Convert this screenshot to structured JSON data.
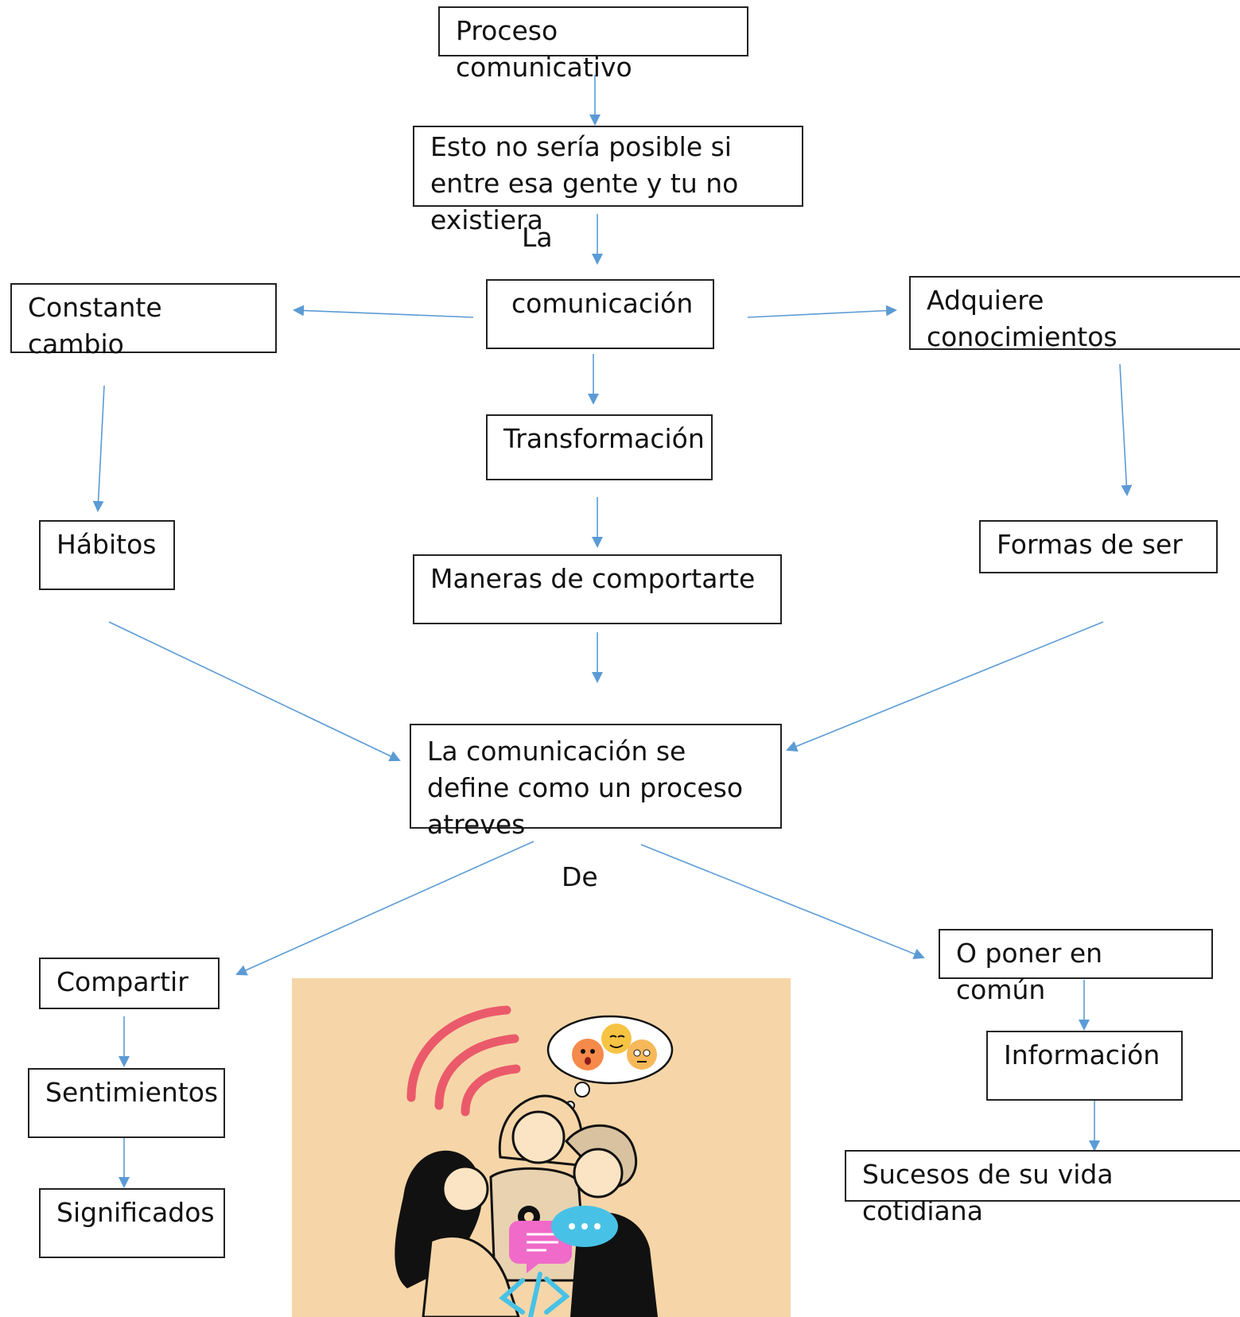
{
  "nodes": {
    "proceso": "Proceso comunicativo",
    "esto": "Esto no sería posible si entre esa gente y tu no existiera",
    "comunicacion": "comunicación",
    "constante": "Constante cambio",
    "adquiere": "Adquiere conocimientos",
    "transformacion": "Transformación",
    "habitos": "Hábitos",
    "maneras": "Maneras de comportarte",
    "formas": "Formas de ser",
    "define": "La comunicación se define como un proceso atreves",
    "compartir": "Compartir",
    "poner": "O poner en común",
    "sentimientos": "Sentimientos",
    "informacion": "Información",
    "significados": "Significados",
    "sucesos": "Sucesos de su vida cotidiana"
  },
  "labels": {
    "la": "La",
    "de": "De"
  },
  "colors": {
    "arrow": "#5b9bd5",
    "border": "#222222",
    "illustration_bg": "#f6d6a8",
    "accent_red": "#ea5a6b",
    "bubble_blue": "#47c2e6",
    "bubble_pink": "#f06ac9"
  }
}
